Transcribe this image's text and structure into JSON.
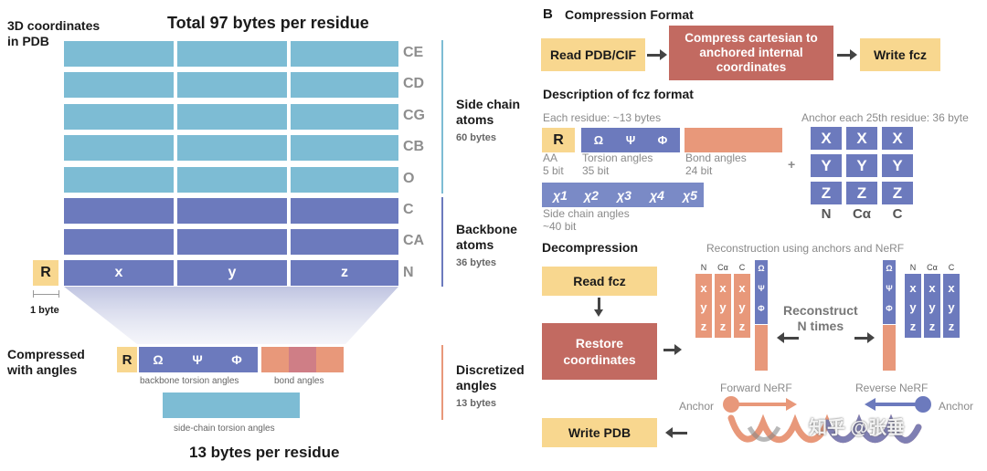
{
  "left": {
    "heading_line1": "3D coordinates",
    "heading_line2": "in PDB",
    "title": "Total 97 bytes per residue",
    "atoms": [
      "CE",
      "CD",
      "CG",
      "CB",
      "O",
      "C",
      "CA",
      "N"
    ],
    "residue_label": "R",
    "coord_labels": [
      "x",
      "y",
      "z"
    ],
    "byte_scale": "1 byte",
    "side_chain": {
      "line1": "Side chain",
      "line2": "atoms",
      "size": "60 bytes"
    },
    "backbone": {
      "line1": "Backbone",
      "line2": "atoms",
      "size": "36 bytes"
    },
    "compressed_line1": "Compressed",
    "compressed_line2": "with angles",
    "torsion_symbols": [
      "Ω",
      "Ψ",
      "Φ"
    ],
    "backbone_caption": "backbone torsion angles",
    "bond_caption": "bond angles",
    "sidechain_caption": "side-chain torsion angles",
    "discretized": {
      "line1": "Discretized",
      "line2": "angles",
      "size": "13 bytes"
    },
    "bottom_title": "13 bytes per residue"
  },
  "right": {
    "panel_letter": "B",
    "panel_title": "Compression Format",
    "flow_read": "Read PDB/CIF",
    "flow_compress": "Compress cartesian to anchored internal coordinates",
    "flow_write": "Write fcz",
    "desc_title": "Description of fcz format",
    "each_residue": "Each residue:  ~13 bytes",
    "aa_letter": "R",
    "aa_label": "AA",
    "aa_bits": "5 bit",
    "torsion_symbols": [
      "Ω",
      "Ψ",
      "Φ"
    ],
    "torsion_label": "Torsion angles",
    "torsion_bits": "35 bit",
    "bond_label": "Bond angles",
    "bond_bits": "24 bit",
    "plus": "+",
    "chi_symbols": [
      "χ1",
      "χ2",
      "χ3",
      "χ4",
      "χ5"
    ],
    "chi_label": "Side chain angles",
    "chi_bits": "~40 bit",
    "anchor_title": "Anchor each 25th residue: 36 byte",
    "anchor_rows": [
      "X",
      "Y",
      "Z"
    ],
    "anchor_cols": [
      "N",
      "Cα",
      "C"
    ],
    "decomp_title": "Decompression",
    "recon_title": "Reconstruction using anchors and NeRF",
    "read_fcz": "Read fcz",
    "restore": "Restore coordinates",
    "reconstruct_line1": "Reconstruct",
    "reconstruct_line2": "N times",
    "mini_cols": [
      "N",
      "Cα",
      "C"
    ],
    "mini_rows": [
      "x",
      "y",
      "z"
    ],
    "forward": "Forward NeRF",
    "reverse": "Reverse NeRF",
    "anchor_word": "Anchor",
    "write_pdb": "Write PDB",
    "watermark": "知乎 @张垂"
  },
  "colors": {
    "light_blue": "#7dbcd4",
    "dark_blue": "#6c7abd",
    "salmon": "#e8987a",
    "yellow": "#f8d78f",
    "brick": "#c26a61"
  }
}
